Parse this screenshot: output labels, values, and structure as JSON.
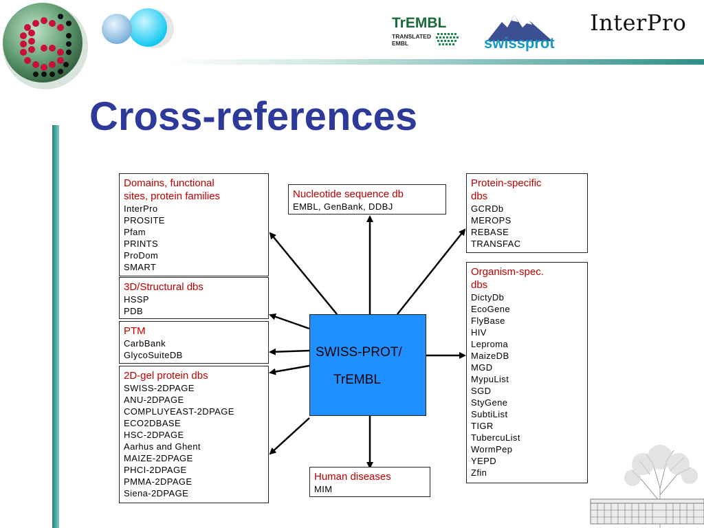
{
  "header": {
    "logo_trembl_text": "TrEMBL",
    "logo_trembl_sub1": "TRANSLATED",
    "logo_trembl_sub2": "EMBL",
    "logo_swissprot_text": "swissprot",
    "logo_interpro_text": "InterPro"
  },
  "title": "Cross-references",
  "center": {
    "line1": "SWISS-PROT/",
    "line2": "TrEMBL"
  },
  "boxes": {
    "domains": {
      "heading_1": "Domains, functional",
      "heading_2": "sites, protein families",
      "items": [
        "InterPro",
        "PROSITE",
        "Pfam",
        "PRINTS",
        "ProDom",
        "SMART"
      ]
    },
    "structural": {
      "heading": "3D/Structural dbs",
      "items": [
        "HSSP",
        "PDB"
      ]
    },
    "ptm": {
      "heading": "PTM",
      "items": [
        "CarbBank",
        "GlycoSuiteDB"
      ]
    },
    "gel": {
      "heading": "2D-gel protein dbs",
      "items": [
        "SWISS-2DPAGE",
        "ANU-2DPAGE",
        "COMPLUYEAST-2DPAGE",
        "ECO2DBASE",
        "HSC-2DPAGE",
        "Aarhus and Ghent",
        "MAIZE-2DPAGE",
        "PHCI-2DPAGE",
        "PMMA-2DPAGE",
        "Siena-2DPAGE"
      ]
    },
    "nucleotide": {
      "heading": "Nucleotide sequence db",
      "items": [
        "EMBL, GenBank, DDBJ"
      ]
    },
    "human": {
      "heading": "Human diseases",
      "items": [
        "MIM"
      ]
    },
    "protein_specific": {
      "heading_1": "Protein-specific",
      "heading_2": "dbs",
      "items": [
        "GCRDb",
        "MEROPS",
        "REBASE",
        "TRANSFAC"
      ]
    },
    "organism": {
      "heading_1": "Organism-spec.",
      "heading_2": "dbs",
      "items": [
        "DictyDb",
        "EcoGene",
        "FlyBase",
        "HIV",
        "Leproma",
        "MaizeDB",
        "MGD",
        "MypuList",
        "SGD",
        "StyGene",
        "SubtiList",
        "TIGR",
        "TubercuList",
        "WormPep",
        "YEPD",
        "Zfin"
      ]
    }
  },
  "colors": {
    "title": "#2e3a9a",
    "heading": "#c00000",
    "center_fill": "#1e90ff",
    "accent": "#2e8f88"
  }
}
